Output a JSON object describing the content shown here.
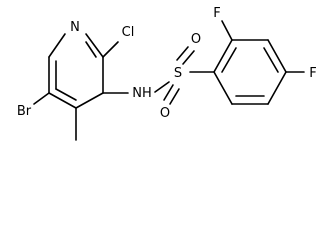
{
  "labels": {
    "nitrogen_ring": "N",
    "chlorine": "Cl",
    "bromine": "Br",
    "nh": "NH",
    "sulfur": "S",
    "oxygen_top": "O",
    "oxygen_bottom": "O",
    "fluorine_ortho": "F",
    "fluorine_para": "F"
  },
  "colors": {
    "bond": "#000000",
    "text": "#000000",
    "background": "#ffffff"
  }
}
